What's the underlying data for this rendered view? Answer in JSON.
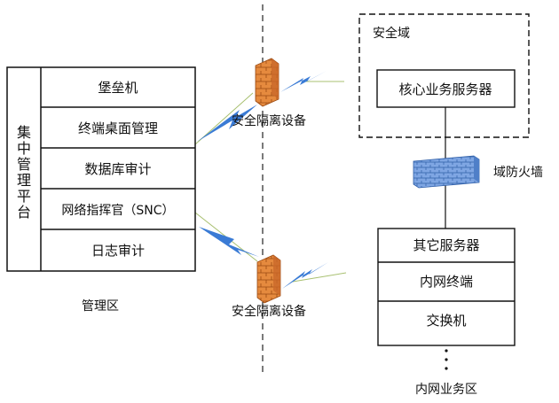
{
  "management_platform": {
    "vertical_label": [
      "集",
      "中",
      "管",
      "理",
      "平",
      "台"
    ],
    "items": [
      {
        "label": "堡垒机"
      },
      {
        "label": "终端桌面管理"
      },
      {
        "label": "数据库审计"
      },
      {
        "label": "网络指挥官（SNC）"
      },
      {
        "label": "日志审计"
      }
    ],
    "zone_label": "管理区"
  },
  "isolation_devices": [
    {
      "label": "安全隔离设备"
    },
    {
      "label": "安全隔离设备"
    }
  ],
  "security_domain": {
    "title": "安全域",
    "core_server": "核心业务服务器"
  },
  "domain_firewall": {
    "label": "域防火墙"
  },
  "internal_zone": {
    "items": [
      {
        "label": "其它服务器"
      },
      {
        "label": "内网终端"
      },
      {
        "label": "交换机"
      }
    ],
    "zone_label": "内网业务区"
  },
  "colors": {
    "firewall_orange": "#e07a2f",
    "firewall_blue": "#5b8fd6",
    "lightning_blue": "#3a7bd5",
    "link_green": "#a8c070",
    "box_border": "#111111"
  }
}
